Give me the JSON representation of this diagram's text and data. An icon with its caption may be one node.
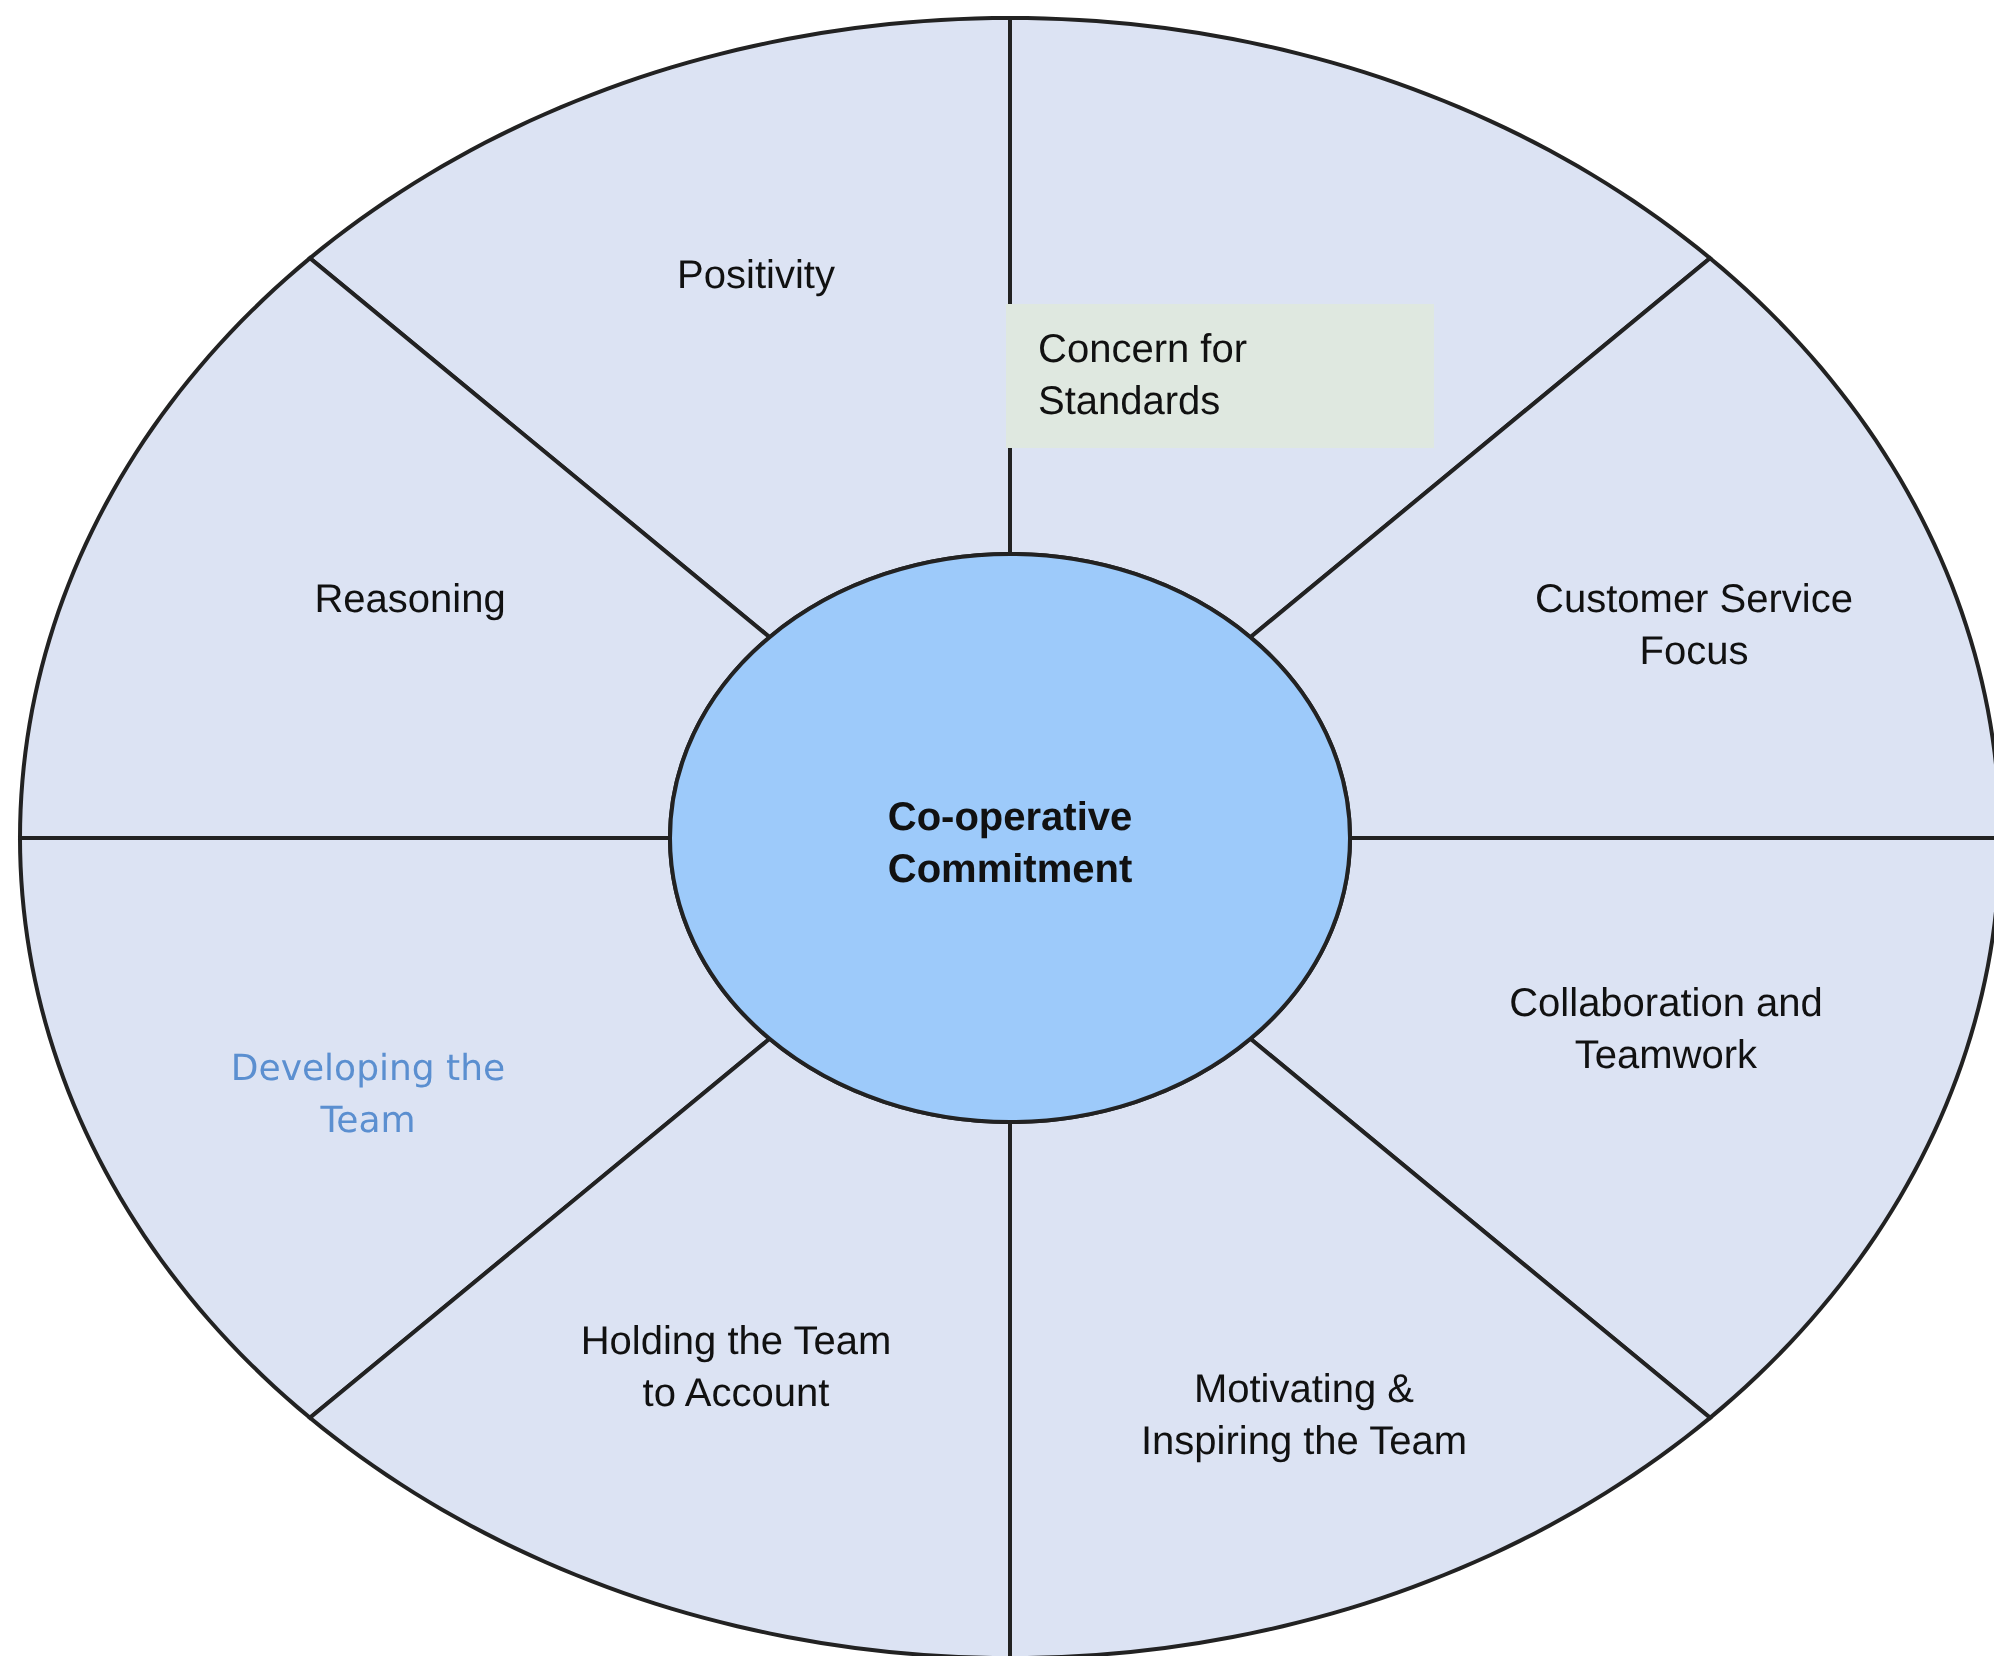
{
  "diagram": {
    "nodes": [
      {
        "text": [
          "Positivity"
        ]
      },
      {
        "text": [
          "Concern for Standards"
        ]
      },
      {
        "text": [
          "Reasoning"
        ]
      },
      {
        "text": [
          "Customer Service Focus"
        ]
      },
      {
        "text": [
          "Co-operative Commitment"
        ]
      },
      {
        "text": [
          "Collaboration and Teamwork"
        ]
      },
      {
        "text": [
          "Developing the Team"
        ]
      },
      {
        "text": [
          "Holding the Team to Account"
        ]
      },
      {
        "text": [
          "Motivating & Inspiring the Team"
        ]
      }
    ]
  }
}
